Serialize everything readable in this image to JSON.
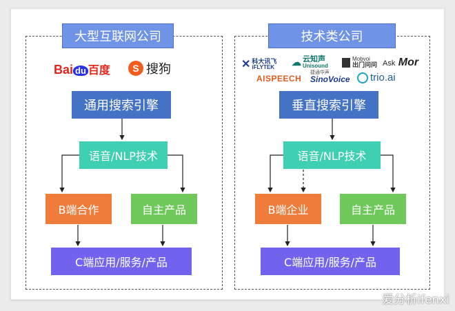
{
  "left": {
    "title": "大型互联网公司",
    "logos": [
      "Bai",
      "du",
      "百度",
      "搜狗"
    ],
    "engine": "通用搜索引擎",
    "tech": "语音/NLP技术",
    "branch_a": "B端合作",
    "branch_b": "自主产品",
    "bottom": "C端应用/服务/产品"
  },
  "right": {
    "title": "技术类公司",
    "logos": [
      "科大讯飞",
      "iFLYTEK",
      "云知声",
      "Unisound",
      "Mobvoi",
      "出门问问",
      "Ask",
      "Mor",
      "AISPEECH",
      "捷通华声",
      "SinoVoice",
      "trio.ai"
    ],
    "engine": "垂直搜索引擎",
    "tech": "语音/NLP技术",
    "branch_a": "B端企业",
    "branch_b": "自主产品",
    "bottom": "C端应用/服务/产品"
  },
  "colors": {
    "title": "#6f93e6",
    "engine": "#4472c4",
    "tech": "#3fcfb2",
    "branch_a": "#f07c3c",
    "branch_b": "#6ec95a",
    "bottom": "#7163ee"
  },
  "watermark": "爱分析ifenxi"
}
